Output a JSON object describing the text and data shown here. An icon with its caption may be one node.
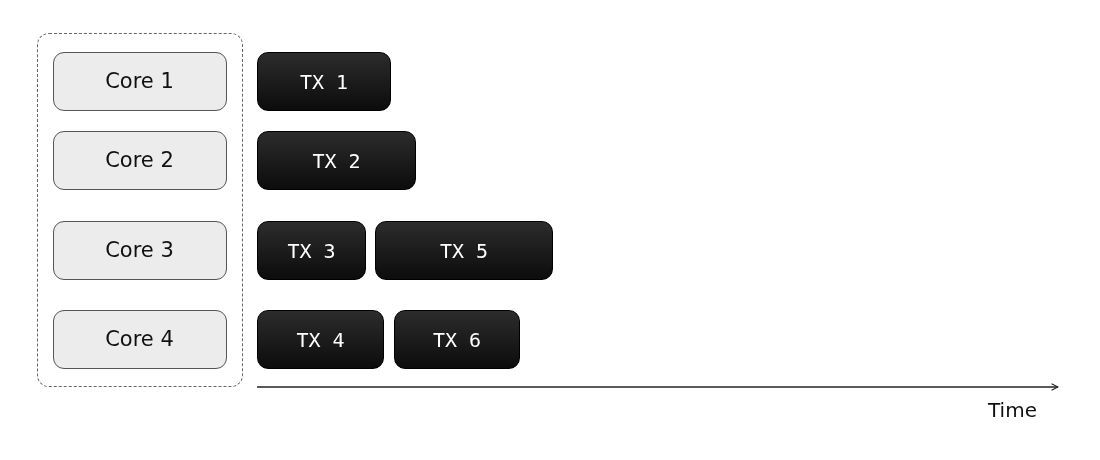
{
  "diagram": {
    "nodes": [
      {
        "text": [],
        "shape": "box"
      },
      {
        "text": [
          "Core 1"
        ],
        "in": 0
      },
      {
        "text": [
          "TX 1"
        ]
      },
      {
        "text": [
          "Core 2"
        ],
        "in": 0
      },
      {
        "text": [
          "TX 2"
        ]
      },
      {
        "text": [
          "Core 3"
        ],
        "in": 0
      },
      {
        "text": [
          "TX 3"
        ]
      },
      {
        "text": [
          "TX 5"
        ]
      },
      {
        "text": [
          "Core 4"
        ],
        "in": 0
      },
      {
        "text": [
          "TX 4"
        ]
      },
      {
        "text": [
          "TX 6"
        ]
      }
    ],
    "edges": [],
    "labels": [
      "Time"
    ]
  }
}
